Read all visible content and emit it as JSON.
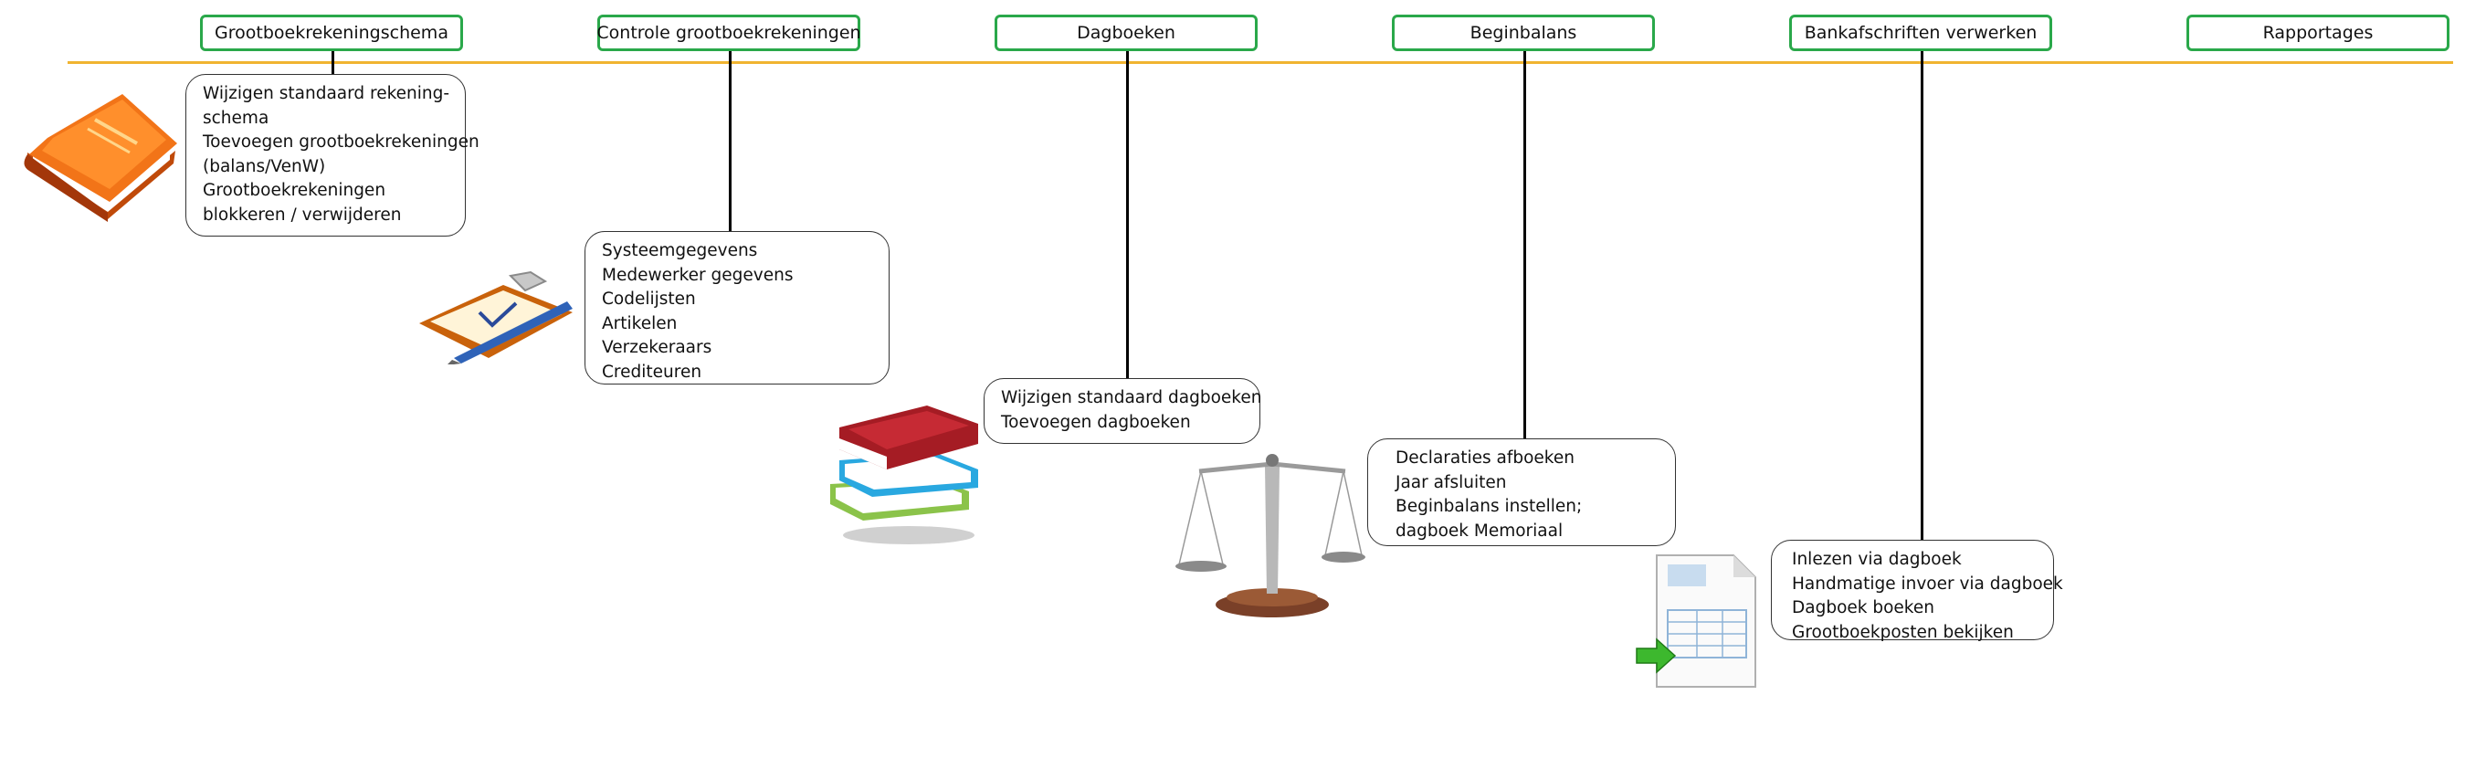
{
  "steps": [
    {
      "label": "Grootboekrekeningschema"
    },
    {
      "label": "Controle grootboekrekeningen"
    },
    {
      "label": "Dagboeken"
    },
    {
      "label": "Beginbalans"
    },
    {
      "label": "Bankafschriften verwerken"
    },
    {
      "label": "Rapportages"
    }
  ],
  "notes": [
    {
      "lines": [
        "Wijzigen standaard rekening-",
        "schema",
        "Toevoegen grootboekrekeningen",
        "(balans/VenW)",
        "Grootboekrekeningen",
        "blokkeren / verwijderen"
      ]
    },
    {
      "lines": [
        "Systeemgegevens",
        "Medewerker gegevens",
        "Codelijsten",
        "Artikelen",
        "Verzekeraars",
        "Crediteuren"
      ]
    },
    {
      "lines": [
        "Wijzigen standaard dagboeken",
        "Toevoegen dagboeken"
      ]
    },
    {
      "lines": [
        "Declaraties afboeken",
        "Jaar afsluiten",
        "Beginbalans instellen;",
        "dagboek Memoriaal"
      ]
    },
    {
      "lines": [
        "Inlezen via dagboek",
        "Handmatige invoer via dagboek",
        "Dagboek boeken",
        "Grootboekposten bekijken"
      ]
    }
  ],
  "icons": [
    "orange-book-icon",
    "clipboard-pen-icon",
    "book-stack-icon",
    "scales-icon",
    "document-import-icon"
  ],
  "colors": {
    "timeline": "#f0b430",
    "step_border": "#2aa84a",
    "connector": "#000000"
  }
}
